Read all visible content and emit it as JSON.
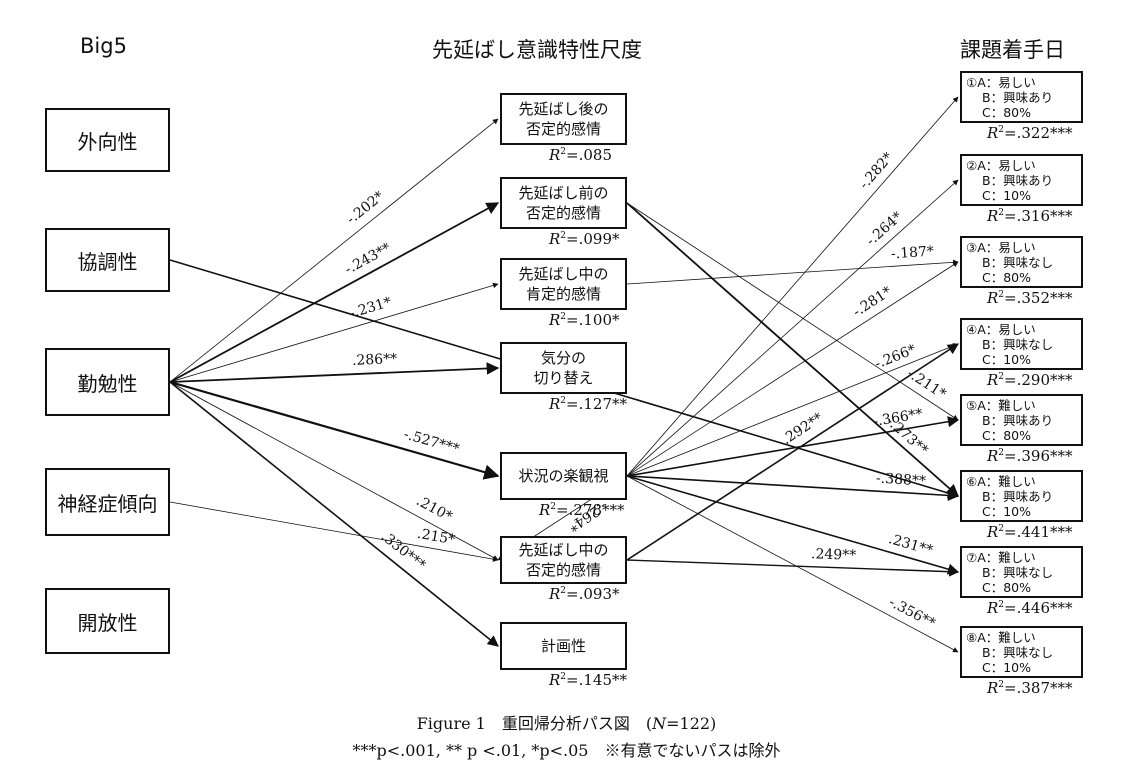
{
  "headers": {
    "left": "Big5",
    "middle": "先延ばし意識特性尺度",
    "right": "課題着手日"
  },
  "big5": [
    "外向性",
    "協調性",
    "勤勉性",
    "神経症傾向",
    "開放性"
  ],
  "mediators": [
    {
      "lines": [
        "先延ばし後の",
        "否定的感情"
      ],
      "r2": "=.085"
    },
    {
      "lines": [
        "先延ばし前の",
        "否定的感情"
      ],
      "r2": "=.099*"
    },
    {
      "lines": [
        "先延ばし中の",
        "肯定的感情"
      ],
      "r2": "=.100*"
    },
    {
      "lines": [
        "気分の",
        "切り替え"
      ],
      "r2": "=.127**"
    },
    {
      "lines": [
        "状況の楽観視"
      ],
      "r2": "=.278***"
    },
    {
      "lines": [
        "先延ばし中の",
        "否定的感情"
      ],
      "r2": "=.093*"
    },
    {
      "lines": [
        "計画性"
      ],
      "r2": "=.145**"
    }
  ],
  "outcomes": [
    {
      "lines": [
        "①A：易しい",
        "B：興味あり",
        "C：80%"
      ],
      "r2": "=.322***"
    },
    {
      "lines": [
        "②A：易しい",
        "B：興味あり",
        "C：10%"
      ],
      "r2": "=.316***"
    },
    {
      "lines": [
        "③A：易しい",
        "B：興味なし",
        "C：80%"
      ],
      "r2": "=.352***"
    },
    {
      "lines": [
        "④A：易しい",
        "B：興味なし",
        "C：10%"
      ],
      "r2": "=.290***"
    },
    {
      "lines": [
        "⑤A：難しい",
        "B：興味あり",
        "C：80%"
      ],
      "r2": "=.396***"
    },
    {
      "lines": [
        "⑥A：難しい",
        "B：興味あり",
        "C：10%"
      ],
      "r2": "=.441***"
    },
    {
      "lines": [
        "⑦A：難しい",
        "B：興味なし",
        "C：80%"
      ],
      "r2": "=.446***"
    },
    {
      "lines": [
        "⑧A：難しい",
        "B：興味なし",
        "C：10%"
      ],
      "r2": "=.387***"
    }
  ],
  "r2_symbol": "R",
  "paths": [
    {
      "from": "big5.2",
      "to": "mediators.0",
      "label": "-.202*"
    },
    {
      "from": "big5.2",
      "to": "mediators.1",
      "label": "-.243**"
    },
    {
      "from": "big5.2",
      "to": "mediators.2",
      "label": "-.231*"
    },
    {
      "from": "big5.2",
      "to": "mediators.3",
      "label": ".286**"
    },
    {
      "from": "big5.2",
      "to": "mediators.4",
      "label": "-.527***"
    },
    {
      "from": "big5.2",
      "to": "mediators.5",
      "label": ".210*"
    },
    {
      "from": "big5.2",
      "to": "mediators.6",
      "label": ".330***"
    },
    {
      "from": "big5.3",
      "to": "mediators.5",
      "label": ".215*"
    },
    {
      "from": "big5.1",
      "to": "outcomes.5",
      "label": ""
    },
    {
      "from": "mediators.1",
      "to": "outcomes.4",
      "label": "-.211*"
    },
    {
      "from": "mediators.1",
      "to": "outcomes.5",
      "label": "-.273**"
    },
    {
      "from": "mediators.2",
      "to": "outcomes.2",
      "label": "-.187*"
    },
    {
      "from": "mediators.4",
      "to": "outcomes.0",
      "label": "-.282*"
    },
    {
      "from": "mediators.4",
      "to": "outcomes.1",
      "label": "-.264*"
    },
    {
      "from": "mediators.4",
      "to": "outcomes.2",
      "label": "-.281*"
    },
    {
      "from": "mediators.4",
      "to": "outcomes.3",
      "label": "-.266*"
    },
    {
      "from": "mediators.4",
      "to": "outcomes.4",
      "label": "-.366**"
    },
    {
      "from": "mediators.4",
      "to": "outcomes.5",
      "label": "-.388**"
    },
    {
      "from": "mediators.4",
      "to": "outcomes.6",
      "label": ".231**"
    },
    {
      "from": "mediators.4",
      "to": "outcomes.7",
      "label": "-.356**"
    },
    {
      "from": "mediators.5",
      "to": "outcomes.3",
      "label": ".292**"
    },
    {
      "from": "mediators.5",
      "to": "outcomes.6",
      "label": ".249**"
    },
    {
      "from": "mediators.4",
      "to": "mediators.5",
      "label": "-.264*"
    }
  ],
  "caption": {
    "line1_a": "Figure 1　重回帰分析パス図　(",
    "line1_n": "N",
    "line1_b": "=122)",
    "line2": "***p<.001,  ** p <.01,  *p<.05　※有意でないパスは除外"
  }
}
